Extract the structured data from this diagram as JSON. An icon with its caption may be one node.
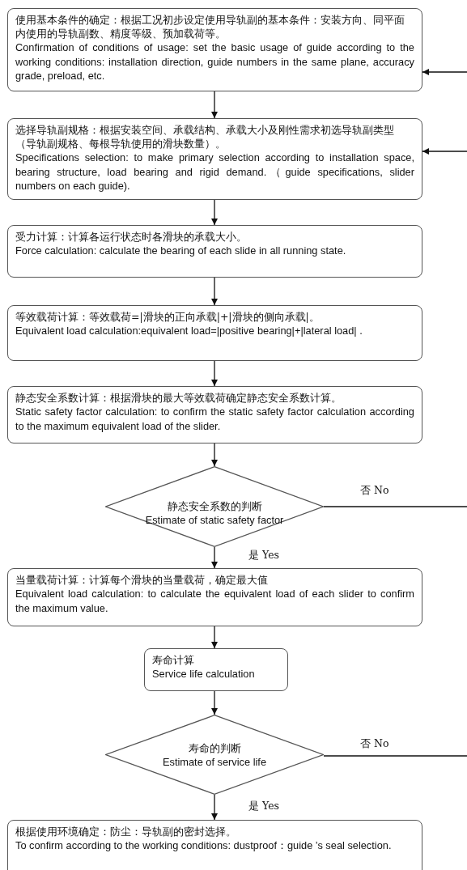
{
  "diagram": {
    "nodes": [
      {
        "text": [
          "使用基本条件的确定：根据工况初步设定使用导轨副的基本条件：安装方向、同平面内使用的导轨副数、精度等级、预加载荷等。",
          "Confirmation of conditions of usage: set the basic usage of guide  according to the working conditions: installation direction, guide numbers in the same plane, accuracy grade, preload, etc."
        ]
      },
      {
        "text": [
          "选择导轨副规格：根据安装空间、承载结构、承载大小及刚性需求初选导轨副类型（导轨副规格、每根导轨使用的滑块数量）。",
          "Specifications selection: to make primary selection according to installation space, bearing structure, load bearing and rigid demand.（guide specifications, slider numbers on each guide)."
        ]
      },
      {
        "text": [
          "受力计算：计算各运行状态时各滑块的承载大小。",
          "Force calculation: calculate the bearing of each slide in all running state."
        ]
      },
      {
        "text": [
          "等效载荷计算：等效载荷=|滑块的正向承载|+|滑块的侧向承载|。",
          "Equivalent load calculation:equivalent load=|positive bearing|+|lateral load| ."
        ]
      },
      {
        "text": [
          "静态安全系数计算：根据滑块的最大等效载荷确定静态安全系数计算。",
          "Static safety factor calculation: to confirm the static safety factor calculation according to the maximum equivalent load of the slider."
        ]
      },
      {
        "text": [
          "静态安全系数的判断",
          "Estimate of static safety factor"
        ]
      },
      {
        "text": [
          "当量载荷计算：计算每个滑块的当量载荷，确定最大值",
          "Equivalent load calculation: to calculate the equivalent load of each slider to confirm the maximum value."
        ]
      },
      {
        "text": [
          "寿命计算",
          "Service life calculation"
        ]
      },
      {
        "text": [
          "寿命的判断",
          "Estimate of service life"
        ]
      },
      {
        "text": [
          "根据使用环境确定：防尘：导轨副的密封选择。",
          "To confirm according to the working conditions: dustproof：guide ’s seal selection."
        ]
      }
    ],
    "edges": [
      {
        "from": null,
        "to": 0,
        "arrow": "to"
      },
      {
        "from": 0,
        "to": 1,
        "arrow": "to"
      },
      {
        "from": null,
        "to": 1,
        "arrow": "to"
      },
      {
        "from": 1,
        "to": 2,
        "arrow": "to"
      },
      {
        "from": 2,
        "to": 3,
        "arrow": "to"
      },
      {
        "from": 3,
        "to": 4,
        "arrow": "to"
      },
      {
        "from": 4,
        "to": 5,
        "arrow": "to"
      },
      {
        "from": 5,
        "to": null,
        "arrow": "none",
        "label": "否 No"
      },
      {
        "from": 5,
        "to": 6,
        "arrow": "to",
        "label": "是 Yes"
      },
      {
        "from": 6,
        "to": 7,
        "arrow": "to"
      },
      {
        "from": 7,
        "to": 8,
        "arrow": "to"
      },
      {
        "from": 8,
        "to": null,
        "arrow": "none",
        "label": "否 No"
      },
      {
        "from": 8,
        "to": 9,
        "arrow": "to",
        "label": "是 Yes"
      }
    ]
  }
}
